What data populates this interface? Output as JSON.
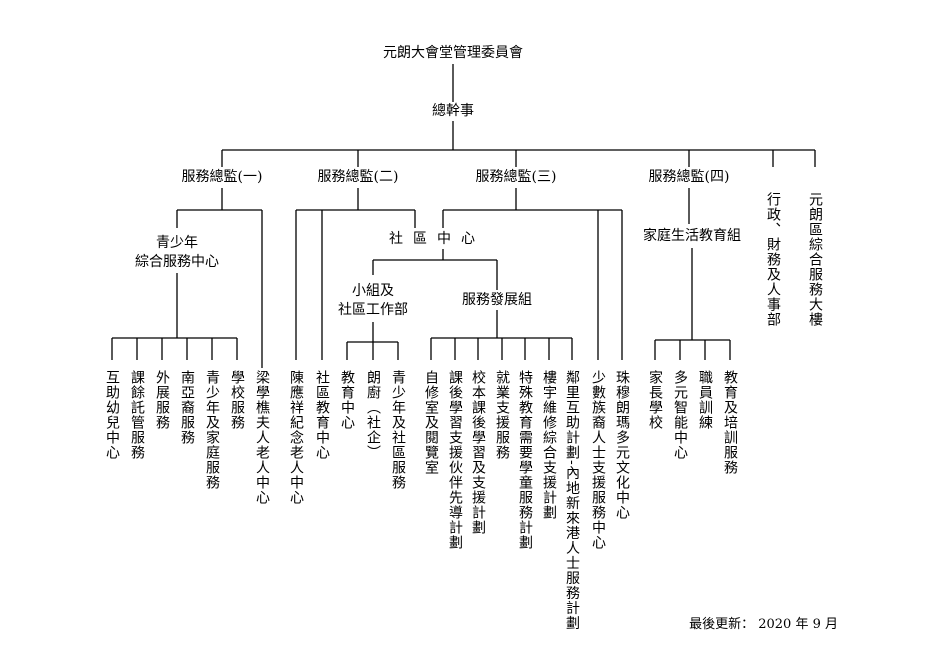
{
  "committee": "元朗大會堂管理委員會",
  "executive": "總幹事",
  "directors": {
    "d1": "服務總監(一)",
    "d2": "服務總監(二)",
    "d3": "服務總監(三)",
    "d4": "服務總監(四)"
  },
  "admin": "行政、財務及人事部",
  "building": "元朗區綜合服務大樓",
  "youth_center": {
    "line1": "青少年",
    "line2": "綜合服務中心"
  },
  "youth_units": [
    "互助幼兒中心",
    "課餘託管服務",
    "外展服務",
    "南亞裔服務",
    "青少年及家庭服務",
    "學校服務"
  ],
  "elderly": "梁學樵夫人老人中心",
  "d2_units": [
    "陳應祥紀念老人中心",
    "社區教育中心"
  ],
  "community_center": "社區中心",
  "group_work": {
    "line1": "小組及",
    "line2": "社區工作部"
  },
  "group_units": [
    "教育中心",
    "朗廚（社企）",
    "青少年及社區服務"
  ],
  "service_dev": "服務發展組",
  "dev_units": [
    "自修室及閱覽室",
    "課後學習支援伙伴先導計劃",
    "校本課後學習及支援計劃",
    "就業支援服務",
    "特殊教育需要學童服務計劃",
    "樓宇維修綜合支援計劃",
    "鄰里互助計劃-內地新來港人士服務計劃"
  ],
  "d3_units": [
    "少數族裔人士支援服務中心",
    "珠穆朗瑪多元文化中心"
  ],
  "family_group": "家庭生活教育組",
  "family_units": [
    "家長學校",
    "多元智能中心",
    "職員訓練",
    "教育及培訓服務"
  ],
  "updated": "最後更新： 2020 年 9 月"
}
